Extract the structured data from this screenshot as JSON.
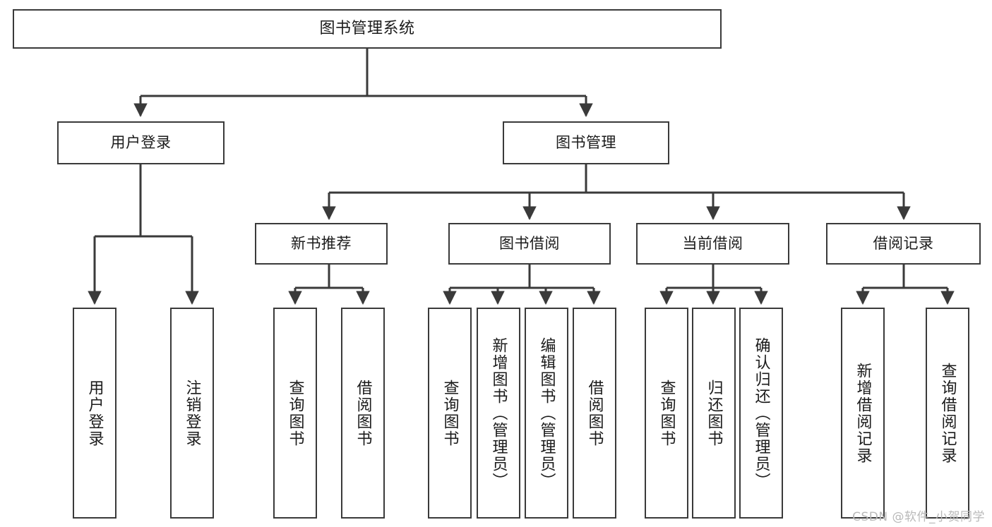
{
  "diagram": {
    "title": "图书管理系统",
    "watermark": "CSDN @软件_小贺同学",
    "stroke_color": "#3a3a3a",
    "fill_color": "#ffffff",
    "background": "#ffffff",
    "root": {
      "label": "图书管理系统"
    },
    "level1": [
      {
        "label": "用户登录"
      },
      {
        "label": "图书管理"
      }
    ],
    "level2": [
      {
        "label": "新书推荐"
      },
      {
        "label": "图书借阅"
      },
      {
        "label": "当前借阅"
      },
      {
        "label": "借阅记录"
      }
    ],
    "leaves": {
      "user_login": [
        {
          "label": "用户登录"
        },
        {
          "label": "注销登录"
        }
      ],
      "new_book_recommend": [
        {
          "label": "查询图书"
        },
        {
          "label": "借阅图书"
        }
      ],
      "book_borrow": [
        {
          "label": "查询图书"
        },
        {
          "label": "新增图书（管理员）"
        },
        {
          "label": "编辑图书（管理员）"
        },
        {
          "label": "借阅图书"
        }
      ],
      "current_borrow": [
        {
          "label": "查询图书"
        },
        {
          "label": "归还图书"
        },
        {
          "label": "确认归还（管理员）"
        }
      ],
      "borrow_record": [
        {
          "label": "新增借阅记录"
        },
        {
          "label": "查询借阅记录"
        }
      ]
    }
  }
}
